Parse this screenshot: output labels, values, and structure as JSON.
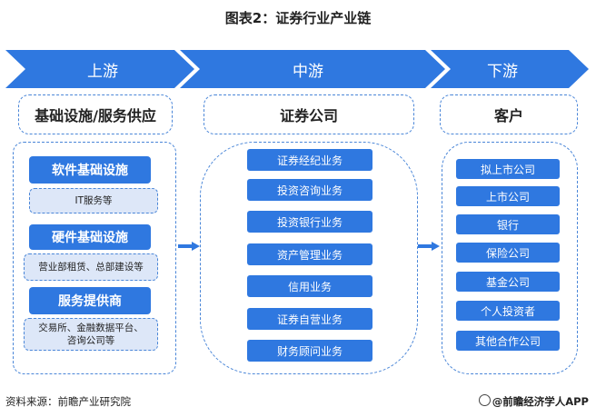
{
  "title": "图表2：证券行业产业链",
  "stages": [
    {
      "label": "上游",
      "header": "基础设施/服务供应"
    },
    {
      "label": "中游",
      "header": "证券公司"
    },
    {
      "label": "下游",
      "header": "客户"
    }
  ],
  "upstream": {
    "software": "软件基础设施",
    "software_sub": "IT服务等",
    "hardware": "硬件基础设施",
    "hardware_sub": "营业部租赁、总部建设等",
    "provider": "服务提供商",
    "provider_sub_line1": "交易所、金融数据平台、",
    "provider_sub_line2": "咨询公司等"
  },
  "midstream": [
    "证券经纪业务",
    "投资咨询业务",
    "投资银行业务",
    "资产管理业务",
    "信用业务",
    "证券自营业务",
    "财务顾问业务"
  ],
  "downstream": [
    "拟上市公司",
    "上市公司",
    "银行",
    "保险公司",
    "基金公司",
    "个人投资者",
    "其他合作公司"
  ],
  "footer": {
    "source": "资料来源：前瞻产业研究院",
    "brand": "@前瞻经济学人APP"
  },
  "colors": {
    "chevron": "#2f78e0",
    "accent": "#2f78e0",
    "dash": "#4a86d8",
    "sub_bg": "#dde7f8"
  }
}
